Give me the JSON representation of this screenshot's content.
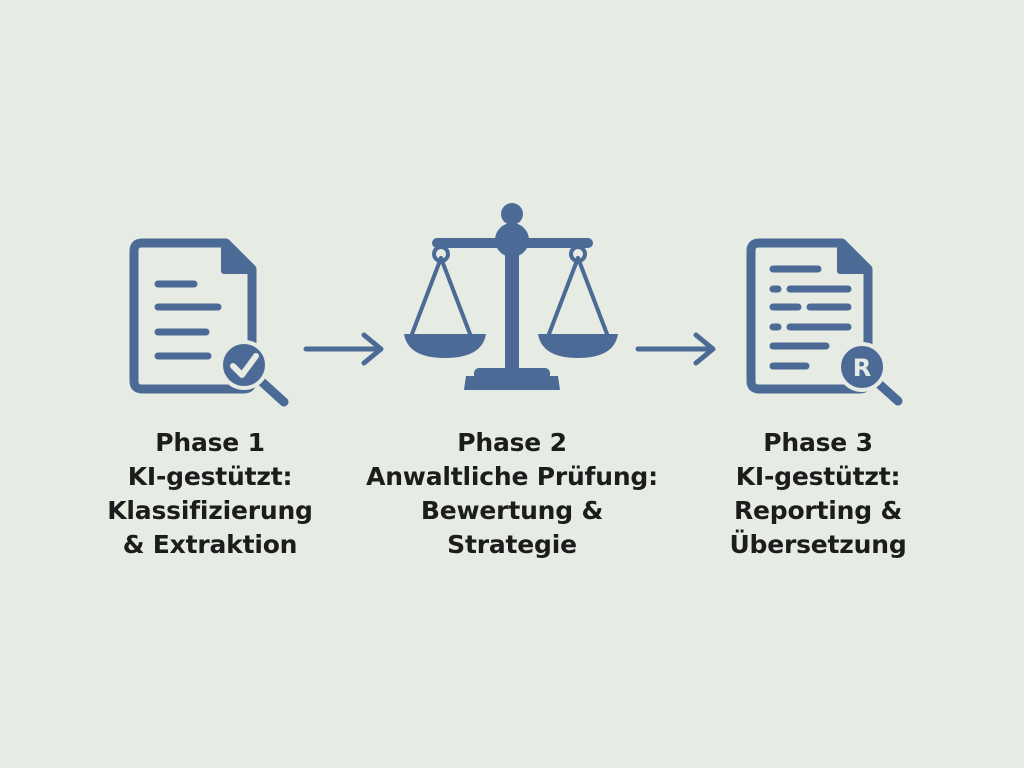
{
  "diagram": {
    "colors": {
      "background": "#e6ebe4",
      "icon": "#4c6a96",
      "text": "#1c1c1c"
    },
    "phases": [
      {
        "icon": "document-check-magnifier-icon",
        "title": "Phase 1",
        "lines": [
          "KI-gestützt:",
          "Klassifizierung",
          "& Extraktion"
        ]
      },
      {
        "icon": "balance-scale-icon",
        "title": "Phase 2",
        "lines": [
          "Anwaltliche Prüfung:",
          "Bewertung &",
          "Strategie"
        ]
      },
      {
        "icon": "document-report-magnifier-icon",
        "title": "Phase 3",
        "lines": [
          "KI-gestützt:",
          "Reporting &",
          "Übersetzung"
        ]
      }
    ],
    "report_badge_letter": "R"
  }
}
